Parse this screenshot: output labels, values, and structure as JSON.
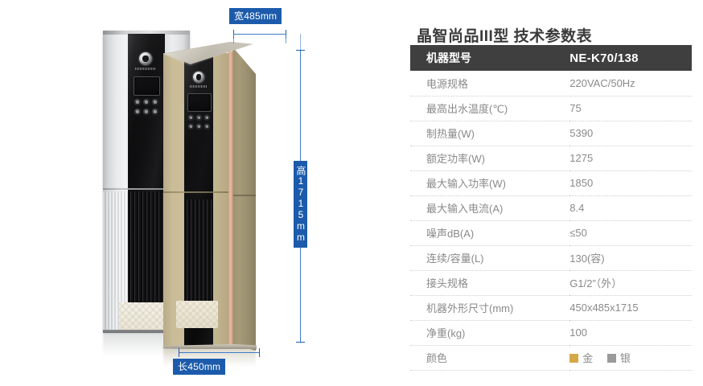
{
  "product": {
    "units": [
      {
        "name": "silver-water-heater",
        "finish_color": "#c9cbcd",
        "display_panel": "black-glass"
      },
      {
        "name": "gold-water-heater",
        "finish_color": "#c4b791",
        "display_panel": "black-glass"
      }
    ]
  },
  "dimensions": {
    "width_label": "宽485mm",
    "height_label": "高1715mm",
    "length_label": "长450mm",
    "line_color": "#3d7cc9",
    "label_bg": "#1c5bab"
  },
  "spec": {
    "title": "晶智尚品III型 技术参数表",
    "header": {
      "key": "机器型号",
      "value": "NE-K70/138",
      "bg": "#3f3f3f"
    },
    "rows": [
      {
        "key": "电源规格",
        "value": "220VAC/50Hz"
      },
      {
        "key": "最高出水温度(℃)",
        "value": "75"
      },
      {
        "key": "制热量(W)",
        "value": "5390"
      },
      {
        "key": "额定功率(W)",
        "value": "1275"
      },
      {
        "key": "最大输入功率(W)",
        "value": "1850"
      },
      {
        "key": "最大输入电流(A)",
        "value": "8.4"
      },
      {
        "key": "噪声dB(A)",
        "value": "≤50"
      },
      {
        "key": "连续/容量(L)",
        "value": "130(容)"
      },
      {
        "key": "接头规格",
        "value": "G1/2”（外）"
      },
      {
        "key": "机器外形尺寸(mm)",
        "value": "450x485x1715"
      },
      {
        "key": "净重(kg)",
        "value": "100"
      }
    ],
    "color_row": {
      "key": "颜色",
      "options": [
        {
          "label": "金",
          "swatch": "#d4a946"
        },
        {
          "label": "银",
          "swatch": "#9a9a9a"
        }
      ]
    }
  }
}
